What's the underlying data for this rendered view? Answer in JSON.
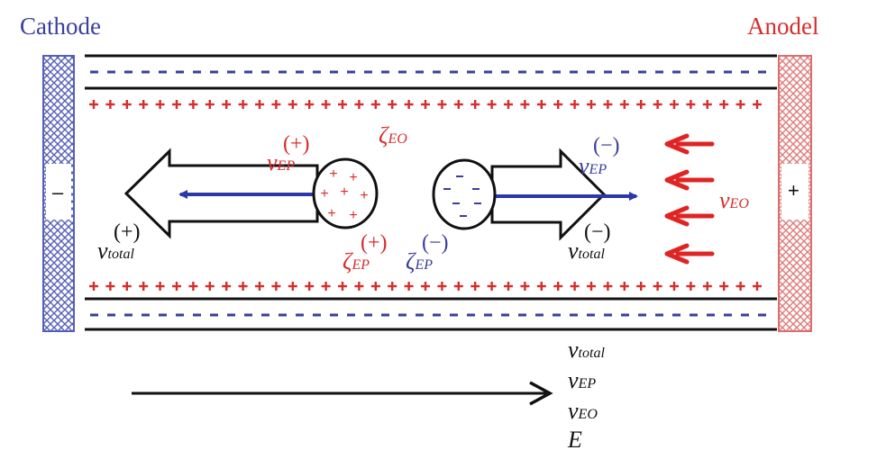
{
  "colors": {
    "cathode": "#3b3f9a",
    "anode": "#d62d2d",
    "positive_charge": "#d62d2d",
    "negative_charge": "#3b3f9a",
    "ep_vector": "#2b38a8",
    "eo_arrow": "#e02424",
    "line": "#111111"
  },
  "electrodes": {
    "cathode_label": "Cathode",
    "anode_label": "Anodel",
    "cathode_sign": "–",
    "anode_sign": "+"
  },
  "channel": {
    "zeta_eo": {
      "symbol": "ζ",
      "subscript": "EO"
    }
  },
  "cation": {
    "v_ep": {
      "sign": "(+)",
      "symbol": "v",
      "subscript": "EP"
    },
    "v_total": {
      "sign": "(+)",
      "symbol": "v",
      "subscript": "total"
    },
    "zeta_ep": {
      "sign": "(+)",
      "symbol": "ζ",
      "subscript": "EP"
    }
  },
  "anion": {
    "v_ep": {
      "sign": "(−)",
      "symbol": "v",
      "subscript": "EP"
    },
    "v_total": {
      "sign": "(−)",
      "symbol": "v",
      "subscript": "total"
    },
    "zeta_ep": {
      "sign": "(−)",
      "symbol": "ζ",
      "subscript": "EP"
    }
  },
  "flow": {
    "v_eo": {
      "symbol": "v",
      "subscript": "EO"
    }
  },
  "legend": {
    "items": [
      {
        "symbol": "v",
        "subscript": "total"
      },
      {
        "symbol": "v",
        "subscript": "EP"
      },
      {
        "symbol": "v",
        "subscript": "EO"
      },
      {
        "symbol": "E",
        "subscript": ""
      }
    ]
  }
}
